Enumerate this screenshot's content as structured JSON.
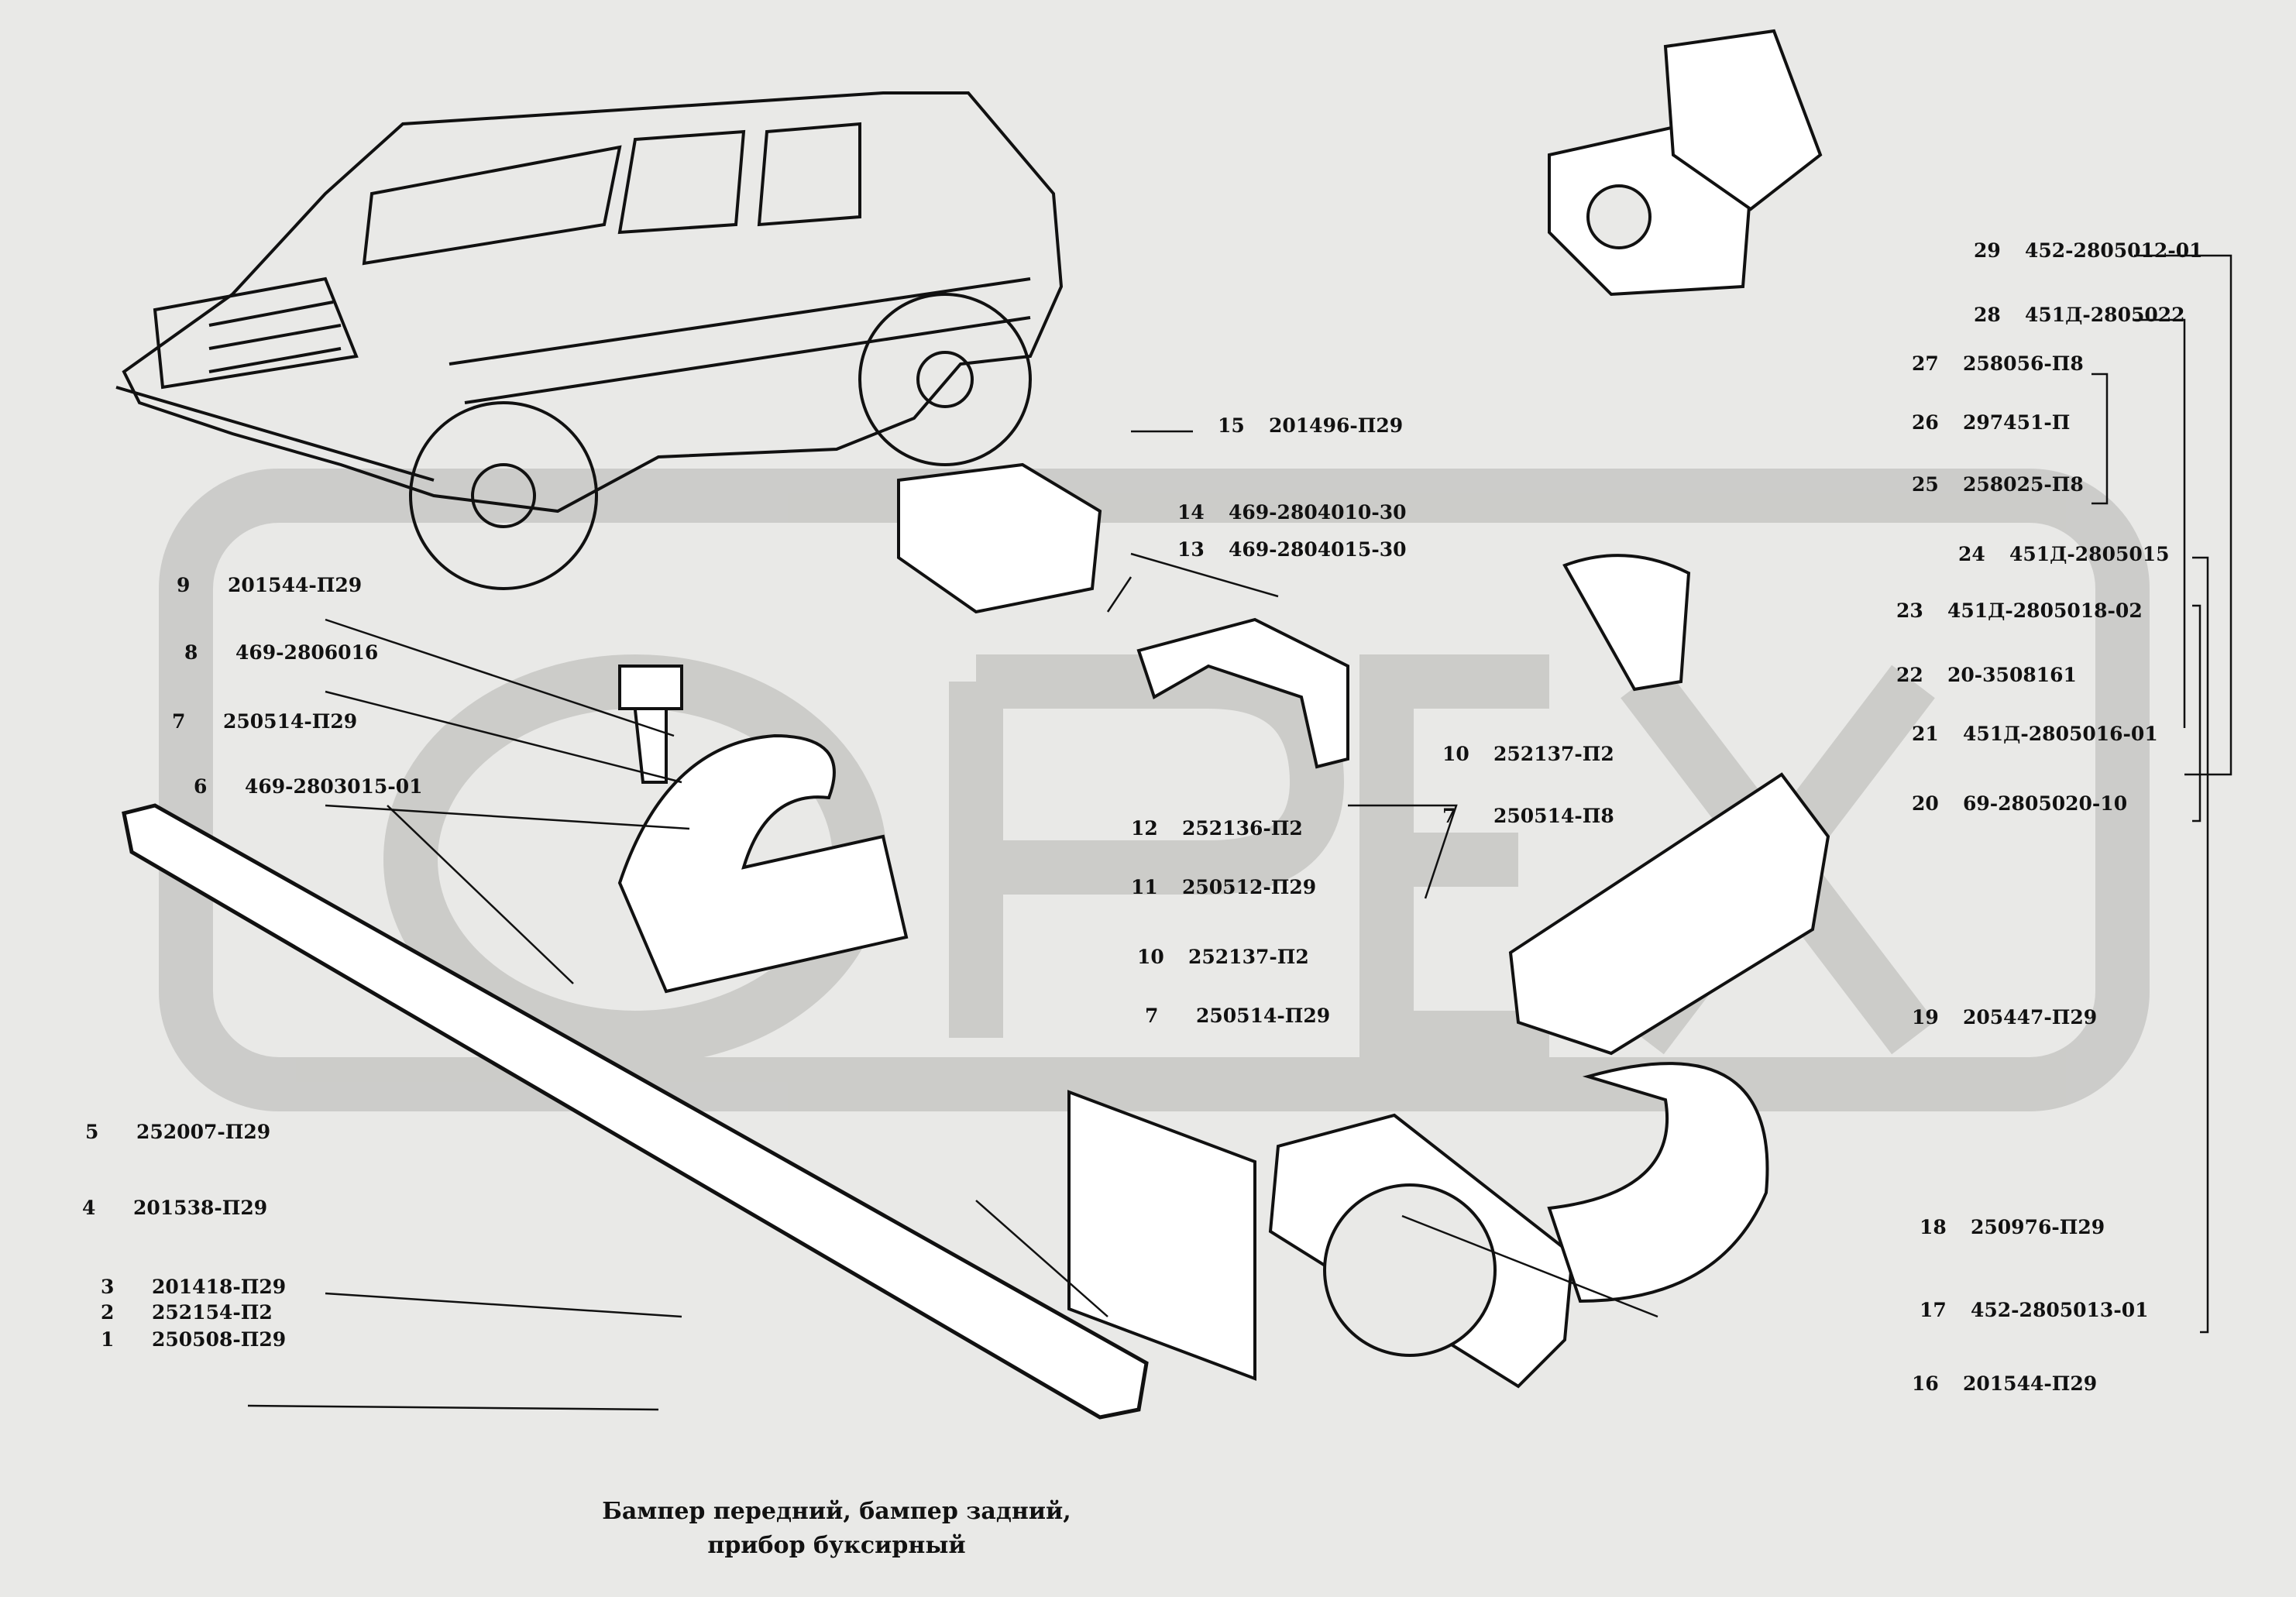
{
  "caption": {
    "line1": "Бампер передний, бампер задний,",
    "line2": "прибор буксирный"
  },
  "watermark": {
    "text": "ОРЕХ",
    "color": "#c9c9c6"
  },
  "colors": {
    "background": "#e9e9e7",
    "ink": "#111111"
  },
  "labels": [
    {
      "id": "29",
      "num": "29",
      "code": "452-2805012-01"
    },
    {
      "id": "28",
      "num": "28",
      "code": "451Д-2805022"
    },
    {
      "id": "27",
      "num": "27",
      "code": "258056-П8"
    },
    {
      "id": "26",
      "num": "26",
      "code": "297451-П"
    },
    {
      "id": "25",
      "num": "25",
      "code": "258025-П8"
    },
    {
      "id": "24",
      "num": "24",
      "code": "451Д-2805015"
    },
    {
      "id": "23",
      "num": "23",
      "code": "451Д-2805018-02"
    },
    {
      "id": "22",
      "num": "22",
      "code": "20-3508161"
    },
    {
      "id": "21",
      "num": "21",
      "code": "451Д-2805016-01"
    },
    {
      "id": "20",
      "num": "20",
      "code": "69-2805020-10"
    },
    {
      "id": "19",
      "num": "19",
      "code": "205447-П29"
    },
    {
      "id": "18",
      "num": "18",
      "code": "250976-П29"
    },
    {
      "id": "17",
      "num": "17",
      "code": "452-2805013-01"
    },
    {
      "id": "16",
      "num": "16",
      "code": "201544-П29"
    },
    {
      "id": "15",
      "num": "15",
      "code": "201496-П29"
    },
    {
      "id": "14",
      "num": "14",
      "code": "469-2804010-30"
    },
    {
      "id": "13",
      "num": "13",
      "code": "469-2804015-30"
    },
    {
      "id": "12",
      "num": "12",
      "code": "252136-П2"
    },
    {
      "id": "11",
      "num": "11",
      "code": "250512-П29"
    },
    {
      "id": "10a",
      "num": "10",
      "code": "252137-П2"
    },
    {
      "id": "7a",
      "num": "7",
      "code": "250514-П8"
    },
    {
      "id": "10b",
      "num": "10",
      "code": "252137-П2"
    },
    {
      "id": "7b",
      "num": "7",
      "code": "250514-П29"
    },
    {
      "id": "9",
      "num": "9",
      "code": "201544-П29"
    },
    {
      "id": "8",
      "num": "8",
      "code": "469-2806016"
    },
    {
      "id": "7c",
      "num": "7",
      "code": "250514-П29"
    },
    {
      "id": "6",
      "num": "6",
      "code": "469-2803015-01"
    },
    {
      "id": "5",
      "num": "5",
      "code": "252007-П29"
    },
    {
      "id": "4",
      "num": "4",
      "code": "201538-П29"
    },
    {
      "id": "3",
      "num": "3",
      "code": "201418-П29"
    },
    {
      "id": "2",
      "num": "2",
      "code": "252154-П2"
    },
    {
      "id": "1",
      "num": "1",
      "code": "250508-П29"
    }
  ]
}
